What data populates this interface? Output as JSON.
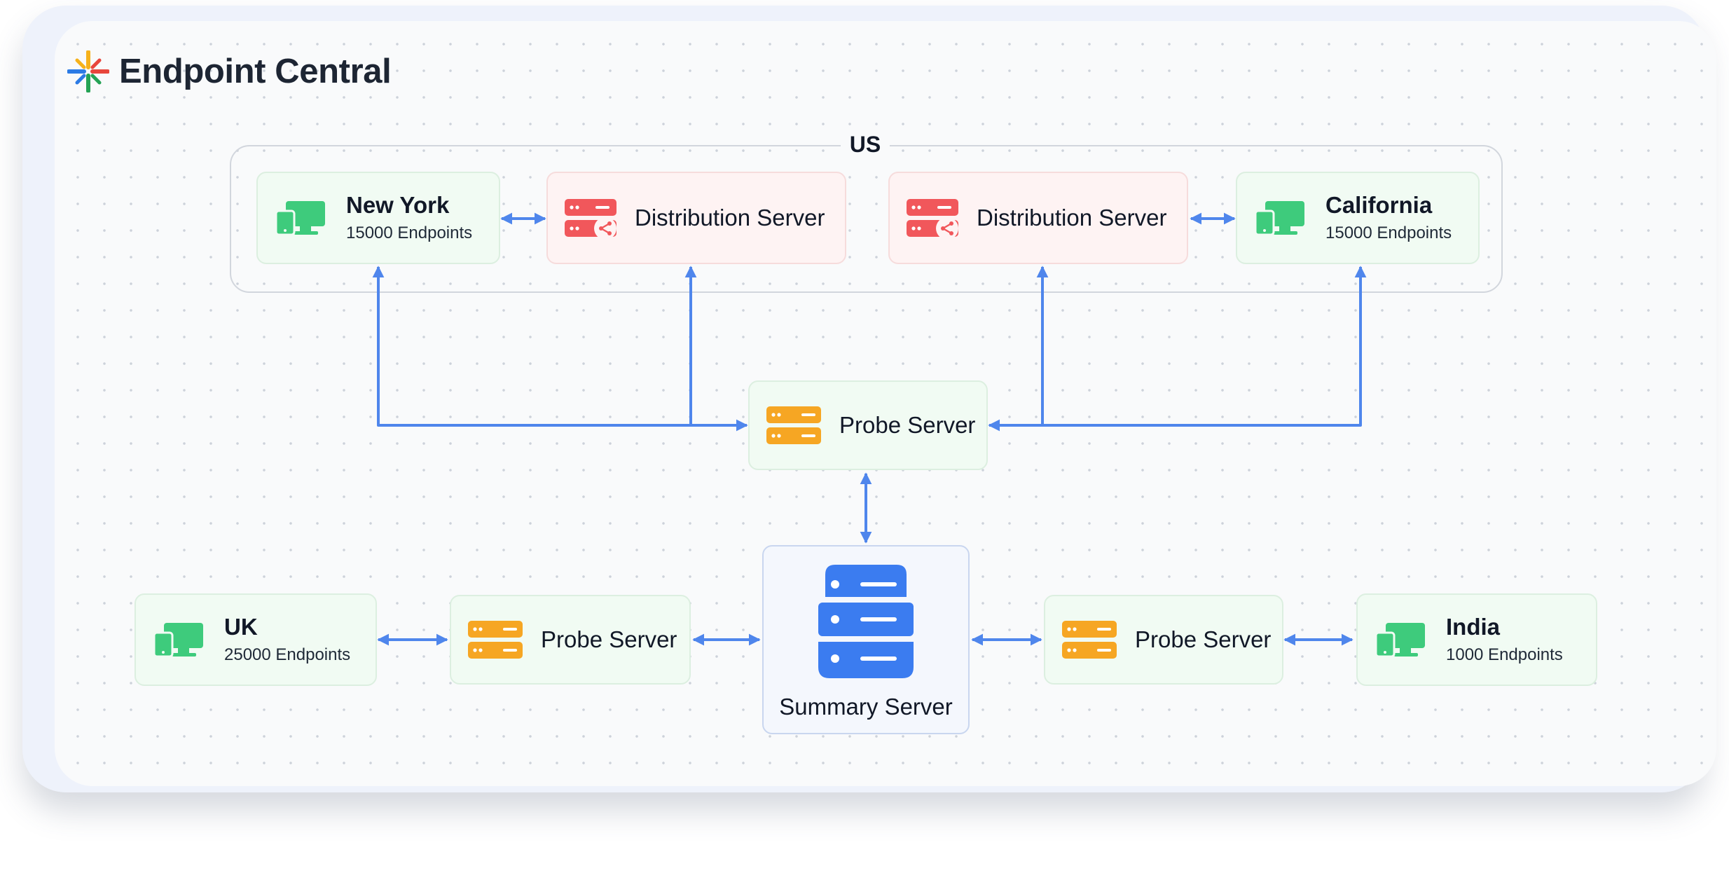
{
  "brand": {
    "name": "Endpoint Central",
    "logo_icon": "endpoint-central-logo-icon"
  },
  "region": {
    "label": "US"
  },
  "nodes": {
    "new_york": {
      "title": "New York",
      "sub": "15000 Endpoints",
      "icon": "devices-icon"
    },
    "dist_left": {
      "label": "Distribution Server",
      "icon": "distribution-server-icon"
    },
    "dist_right": {
      "label": "Distribution Server",
      "icon": "distribution-server-icon"
    },
    "california": {
      "title": "California",
      "sub": "15000 Endpoints",
      "icon": "devices-icon"
    },
    "probe_top": {
      "label": "Probe Server",
      "icon": "probe-server-icon"
    },
    "summary": {
      "label": "Summary Server",
      "icon": "summary-server-icon"
    },
    "uk": {
      "title": "UK",
      "sub": "25000 Endpoints",
      "icon": "devices-icon"
    },
    "probe_left": {
      "label": "Probe Server",
      "icon": "probe-server-icon"
    },
    "probe_right": {
      "label": "Probe Server",
      "icon": "probe-server-icon"
    },
    "india": {
      "title": "India",
      "sub": "1000 Endpoints",
      "icon": "devices-icon"
    }
  },
  "colors": {
    "connector": "#4f86ec",
    "endpoint_icon": "#3ecb7c",
    "distribution_icon": "#f1575b",
    "probe_icon": "#f6a623",
    "summary_icon": "#3b7cf0"
  }
}
